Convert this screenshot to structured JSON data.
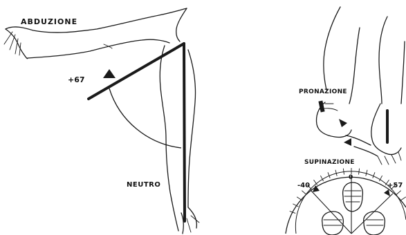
{
  "left_figure": {
    "title": "ABDUZIONE",
    "angle_value": "+67",
    "neutral_label": "NEUTRO"
  },
  "right_figure": {
    "pronation_label": "PRONAZIONE",
    "supination_label": "SUPINAZIONE",
    "scale": {
      "left_value": "-40",
      "center_value": "0",
      "right_value": "+57"
    }
  },
  "colors": {
    "ink": "#1a1a1a",
    "background": "#ffffff"
  }
}
